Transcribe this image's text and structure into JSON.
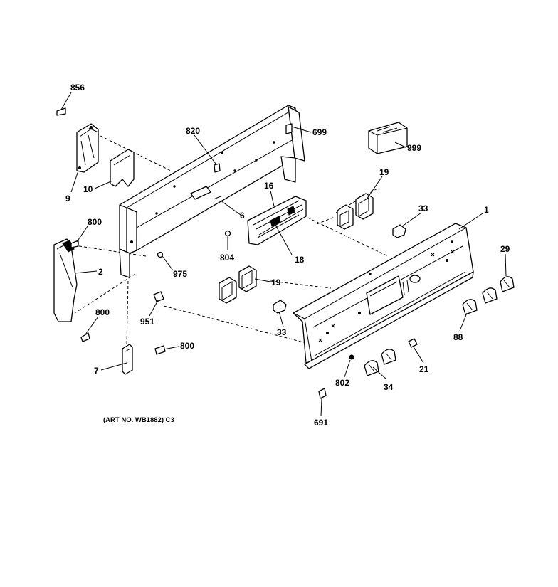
{
  "diagram": {
    "art_number": "(ART NO. WB1882) C3",
    "callouts": {
      "c856": "856",
      "c820": "820",
      "c699": "699",
      "c999": "999",
      "c9": "9",
      "c10": "10",
      "c6": "6",
      "c16": "16",
      "c19a": "19",
      "c33a": "33",
      "c1": "1",
      "c800a": "800",
      "c2": "2",
      "c804": "804",
      "c18": "18",
      "c975": "975",
      "c19b": "19",
      "c29": "29",
      "c800b": "800",
      "c951": "951",
      "c33b": "33",
      "c88": "88",
      "c800c": "800",
      "c7": "7",
      "c21": "21",
      "c802": "802",
      "c34": "34",
      "c691": "691"
    }
  }
}
